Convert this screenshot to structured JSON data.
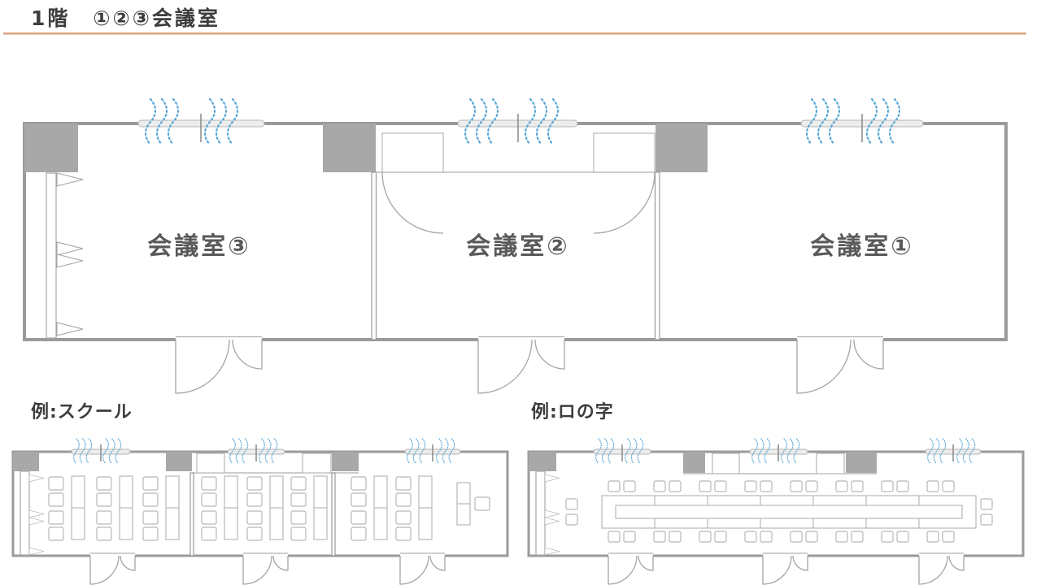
{
  "header": {
    "title": "1階　①②③会議室"
  },
  "main_plan": {
    "description": "floor plan of three meeting rooms on 1F",
    "rooms": [
      {
        "label": "会議室③"
      },
      {
        "label": "会議室②"
      },
      {
        "label": "会議室①"
      }
    ]
  },
  "examples": {
    "school": {
      "title": "例:スクール",
      "layout": "school",
      "seats_per_room": [
        12,
        12,
        9
      ],
      "seat_count": 33
    },
    "ro_no_ji": {
      "title": "例:ロの字",
      "layout": "open-square",
      "seat_count": 36
    }
  },
  "icons": {
    "airflow": "air-vent-waves-icon",
    "window": "window-slider-icon",
    "door": "door-swing-icon",
    "partition_marks": "movable-partition-icon"
  },
  "colors": {
    "background": "#ffffff",
    "wall": "#9a9a9a",
    "corner_block": "#a8a8a8",
    "furniture_line": "#b8b8b8",
    "airflow_blue": "#58a6d6",
    "room_label_text": "#595959",
    "title_text": "#3d3d3d",
    "title_underline": "#dca47f"
  }
}
